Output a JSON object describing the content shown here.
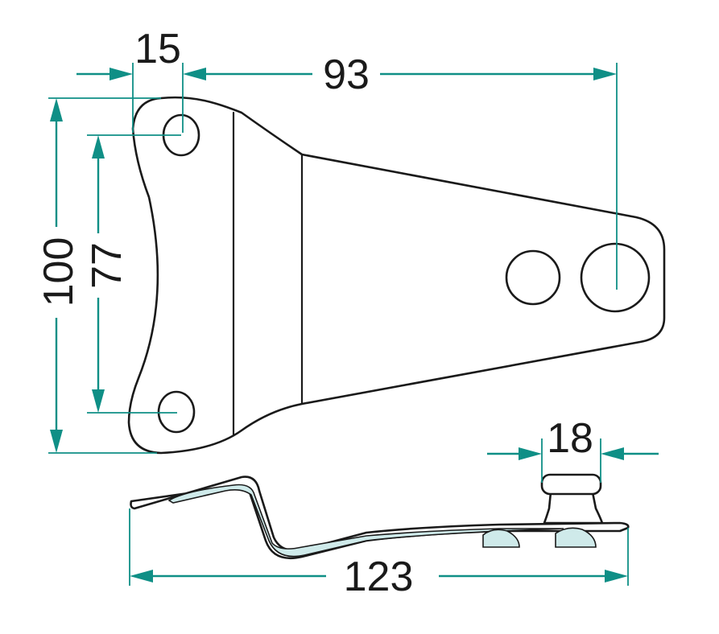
{
  "colors": {
    "dimension": "#0f8f86",
    "outline": "#1a1a1a",
    "fill_accent": "#cfeaea"
  },
  "dimensions": {
    "hole_offset": "15",
    "hole_spacing_horizontal": "93",
    "overall_height": "100",
    "hole_spacing_vertical": "77",
    "pin_width": "18",
    "overall_length": "123"
  }
}
